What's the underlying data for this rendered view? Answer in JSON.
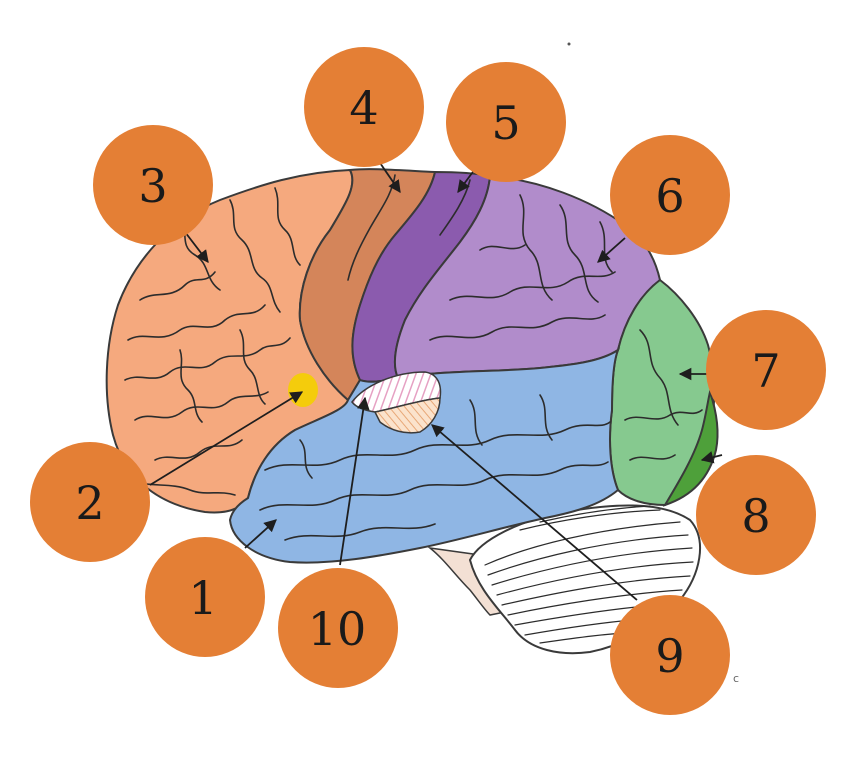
{
  "colors": {
    "marker": "#E47F35",
    "frontal": "#F5A97E",
    "motor": "#D4855A",
    "somatosensory": "#8B5BAE",
    "parietal": "#B18CCB",
    "occipital": "#86C98F",
    "visual_cortex": "#4EA03A",
    "temporal": "#8FB6E4",
    "broca": "#F4CC0C",
    "auditory": "#F2C9A5",
    "wernicke_hatch": "#E6A1C3",
    "cerebellum": "#FFFFFF"
  },
  "markers": [
    {
      "label": "1",
      "region": "temporal"
    },
    {
      "label": "2",
      "region": "broca"
    },
    {
      "label": "3",
      "region": "frontal"
    },
    {
      "label": "4",
      "region": "motor"
    },
    {
      "label": "5",
      "region": "somatosensory"
    },
    {
      "label": "6",
      "region": "parietal"
    },
    {
      "label": "7",
      "region": "occipital"
    },
    {
      "label": "8",
      "region": "visual_cortex"
    },
    {
      "label": "9",
      "region": "auditory"
    },
    {
      "label": "10",
      "region": "wernicke"
    }
  ],
  "stray_mark": "c"
}
